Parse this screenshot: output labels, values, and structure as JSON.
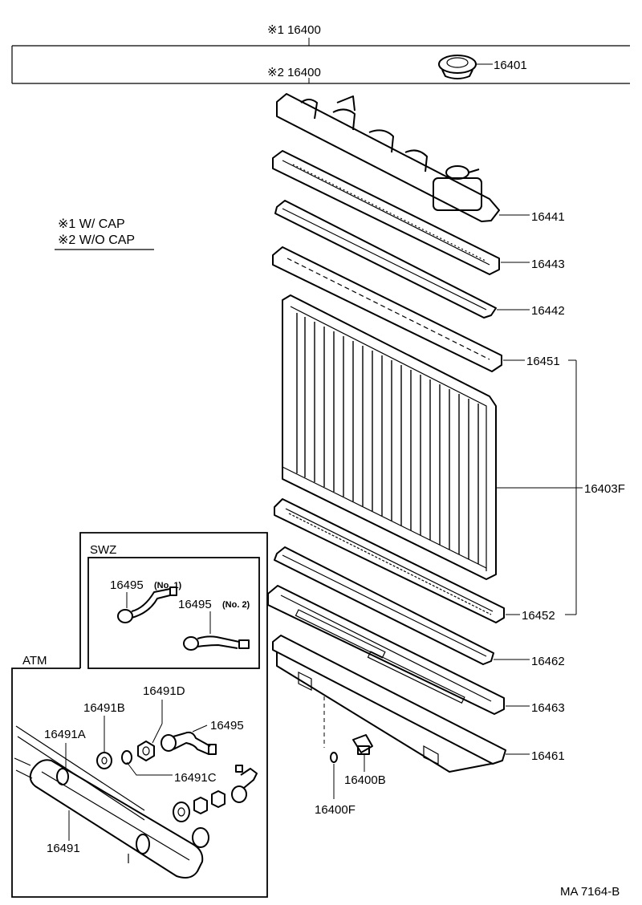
{
  "header": {
    "assy_1": "※1 16400",
    "assy_2": "※2 16400",
    "cap_part": "16401"
  },
  "legend": {
    "line_1": "※1 W/ CAP",
    "line_2": "※2 W/O CAP"
  },
  "parts": {
    "upper_tank": "16441",
    "upper_plate": "16443",
    "upper_gasket": "16442",
    "core_upper": "16451",
    "core_assy": "16403F",
    "core_lower": "16452",
    "lower_gasket": "16462",
    "lower_plate": "16463",
    "lower_tank": "16461",
    "drain_cock": "16400B",
    "drain_gasket": "16400F"
  },
  "swz": {
    "title": "SWZ",
    "pipe_1": "16495",
    "pipe_1_note": "(No. 1)",
    "pipe_2": "16495",
    "pipe_2_note": "(No. 2)"
  },
  "atm": {
    "title": "ATM",
    "cooler": "16491",
    "part_a": "16491A",
    "part_b": "16491B",
    "part_c": "16491C",
    "part_d": "16491D",
    "pipe": "16495"
  },
  "footer": {
    "drawing_no": "MA 7164-B"
  }
}
